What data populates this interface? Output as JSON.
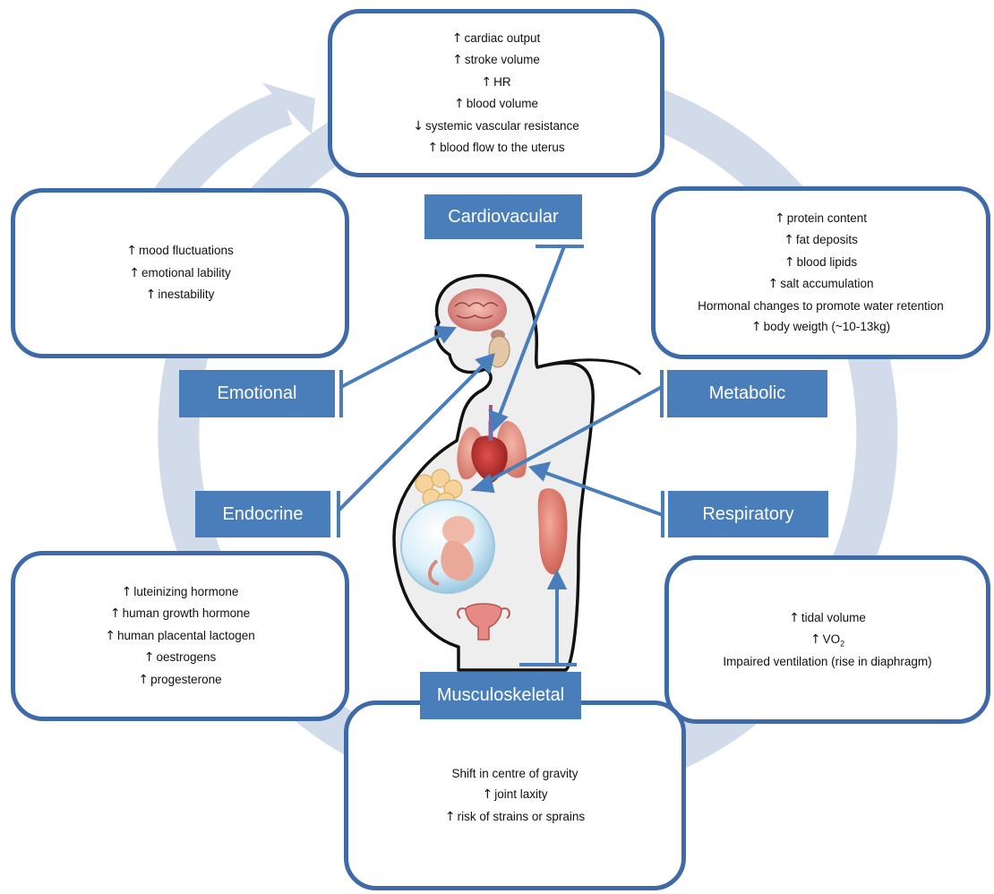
{
  "systems": {
    "cardiovascular": {
      "label": "Cardiovacular",
      "effects": [
        {
          "arrow": "↑",
          "text": "cardiac output"
        },
        {
          "arrow": "↑",
          "text": "stroke volume"
        },
        {
          "arrow": "↑",
          "text": "HR"
        },
        {
          "arrow": "↑",
          "text": "blood volume"
        },
        {
          "arrow": "↓",
          "text": "systemic vascular resistance"
        },
        {
          "arrow": "↑",
          "text": "blood flow to the uterus"
        }
      ]
    },
    "emotional": {
      "label": "Emotional",
      "effects": [
        {
          "arrow": "↑",
          "text": "mood fluctuations"
        },
        {
          "arrow": "↑",
          "text": "emotional lability"
        },
        {
          "arrow": "↑",
          "text": "inestability"
        }
      ]
    },
    "metabolic": {
      "label": "Metabolic",
      "effects": [
        {
          "arrow": "↑",
          "text": "protein content"
        },
        {
          "arrow": "↑",
          "text": "fat deposits"
        },
        {
          "arrow": "↑",
          "text": "blood lipids"
        },
        {
          "arrow": "↑",
          "text": "salt accumulation"
        },
        {
          "arrow": "",
          "text": "Hormonal changes to promote water retention"
        },
        {
          "arrow": "↑",
          "text": "body weigth (~10-13kg)"
        }
      ]
    },
    "endocrine": {
      "label": "Endocrine",
      "effects": [
        {
          "arrow": "↑",
          "text": "luteinizing hormone"
        },
        {
          "arrow": "↑",
          "text": "human growth hormone"
        },
        {
          "arrow": "↑",
          "text": "human placental lactogen"
        },
        {
          "arrow": "↑",
          "text": "oestrogens"
        },
        {
          "arrow": "↑",
          "text": "progesterone"
        }
      ]
    },
    "respiratory": {
      "label": "Respiratory",
      "effects": [
        {
          "arrow": "↑",
          "text": "tidal volume"
        },
        {
          "arrow": "↑",
          "text": "VO",
          "sub": "2"
        },
        {
          "arrow": "",
          "text": "Impaired ventilation (rise in diaphragm)"
        }
      ]
    },
    "musculoskeletal": {
      "label": "Musculoskeletal",
      "effects": [
        {
          "arrow": "",
          "text": "Shift in centre of gravity"
        },
        {
          "arrow": "↑",
          "text": "joint laxity"
        },
        {
          "arrow": "↑",
          "text": "risk of strains or sprains"
        }
      ]
    }
  },
  "colors": {
    "box_border": "#3f6aa8",
    "label_fill": "#4a7ebb",
    "connector": "#4a7ebb",
    "cycle_ring": "#d2dbe9",
    "silhouette_fill": "#eeeeee"
  },
  "illustration": {
    "figure": "pregnant-woman-silhouette",
    "organs": [
      "brain-icon",
      "pituitary-gland-icon",
      "heart-icon",
      "lungs-icon",
      "placenta-icon",
      "fetus-icon",
      "muscle-icon",
      "uterus-icon"
    ]
  }
}
